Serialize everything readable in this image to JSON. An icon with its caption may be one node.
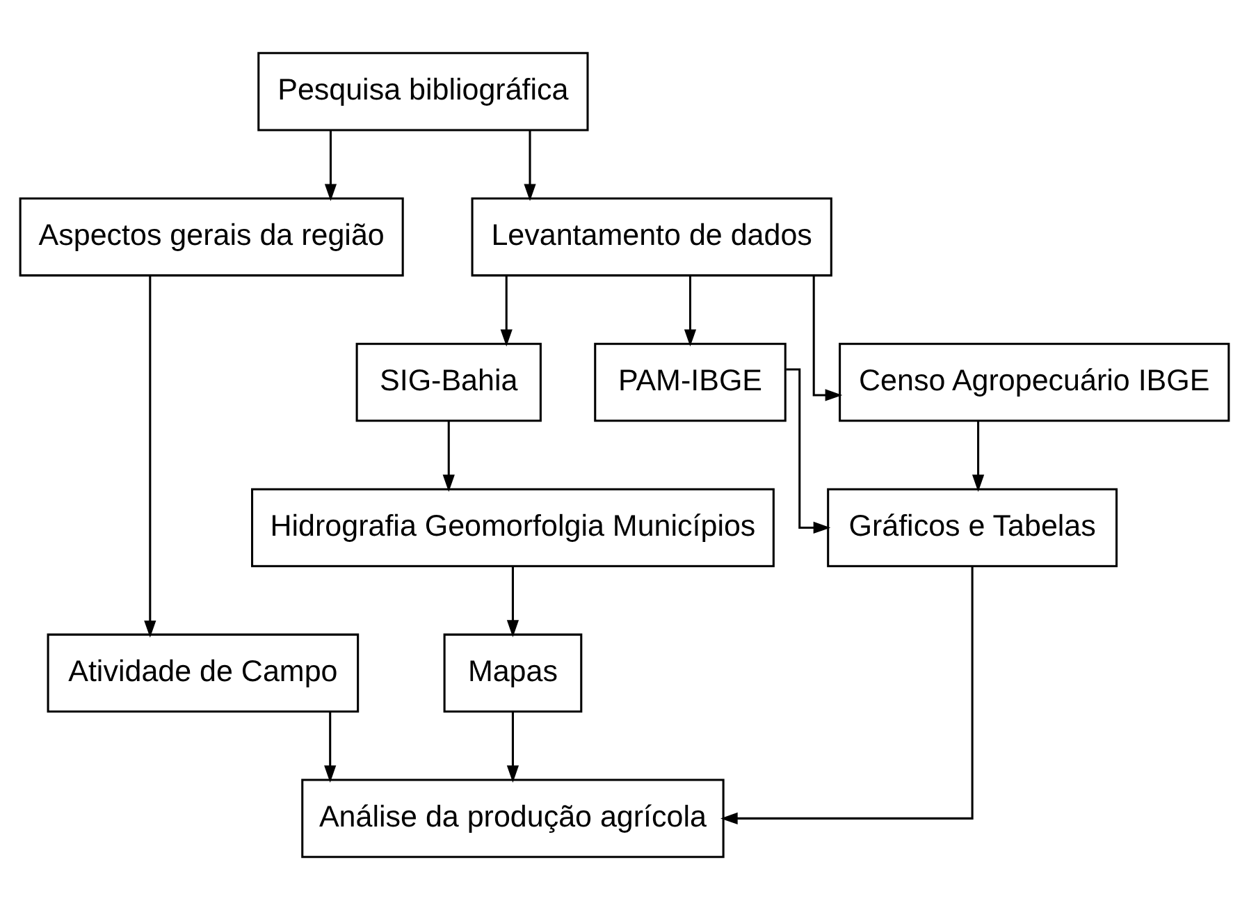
{
  "diagram": {
    "nodes": [
      {
        "text": [
          "Pesquisa bibliográfica"
        ]
      },
      {
        "text": [
          "Aspectos gerais da região"
        ]
      },
      {
        "text": [
          "Levantamento de dados"
        ]
      },
      {
        "text": [
          "Atividade de Campo"
        ]
      },
      {
        "text": [
          "SIG-Bahia"
        ]
      },
      {
        "text": [
          "PAM-IBGE"
        ]
      },
      {
        "text": [
          "Censo Agropecuário IBGE"
        ]
      },
      {
        "text": [
          "Hidrografia Geomorfolgia Municípios"
        ]
      },
      {
        "text": [
          "Gráficos e Tabelas"
        ]
      },
      {
        "text": [
          "Mapas"
        ]
      },
      {
        "text": [
          "Análise da produção agrícola"
        ]
      }
    ],
    "edges": [
      {
        "from": 0,
        "to": 1,
        "arrow": "to"
      },
      {
        "from": 0,
        "to": 2,
        "arrow": "to"
      },
      {
        "from": 1,
        "to": 3,
        "arrow": "to"
      },
      {
        "from": 2,
        "to": 4,
        "arrow": "to"
      },
      {
        "from": 2,
        "to": 5,
        "arrow": "to"
      },
      {
        "from": 2,
        "to": 6,
        "arrow": "to"
      },
      {
        "from": 4,
        "to": 7,
        "arrow": "to"
      },
      {
        "from": 5,
        "to": 8,
        "arrow": "to"
      },
      {
        "from": 6,
        "to": 8,
        "arrow": "to"
      },
      {
        "from": 7,
        "to": 9,
        "arrow": "to"
      },
      {
        "from": 3,
        "to": 10,
        "arrow": "to"
      },
      {
        "from": 9,
        "to": 10,
        "arrow": "to"
      },
      {
        "from": 8,
        "to": 10,
        "arrow": "to"
      }
    ]
  }
}
